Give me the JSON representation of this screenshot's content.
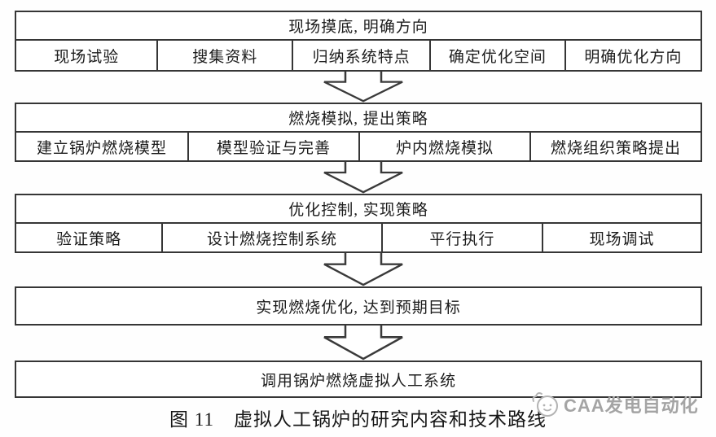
{
  "figure": {
    "caption": "图 11　虚拟人工锅炉的研究内容和技术路线"
  },
  "flowchart": {
    "connector_icon": "down-block-arrow",
    "stages": [
      {
        "title": "现场摸底, 明确方向",
        "steps": [
          "现场试验",
          "搜集资料",
          "归纳系统特点",
          "确定优化空间",
          "明确优化方向"
        ]
      },
      {
        "title": "燃烧模拟, 提出策略",
        "steps": [
          "建立锅炉燃烧模型",
          "模型验证与完善",
          "炉内燃烧模拟",
          "燃烧组织策略提出"
        ]
      },
      {
        "title": "优化控制, 实现策略",
        "steps": [
          "验证策略",
          "设计燃烧控制系统",
          "平行执行",
          "现场调试"
        ]
      },
      {
        "title": "实现燃烧优化, 达到预期目标",
        "steps": []
      },
      {
        "title": "调用锅炉燃烧虚拟人工系统",
        "steps": []
      }
    ]
  },
  "watermark": {
    "logo": "caa-mascot-icon",
    "text": "CAA发电自动化",
    "color": "#a4a4a4"
  },
  "colors": {
    "line": "#363636",
    "text": "#1c1c1c",
    "background": "#ffffff"
  }
}
